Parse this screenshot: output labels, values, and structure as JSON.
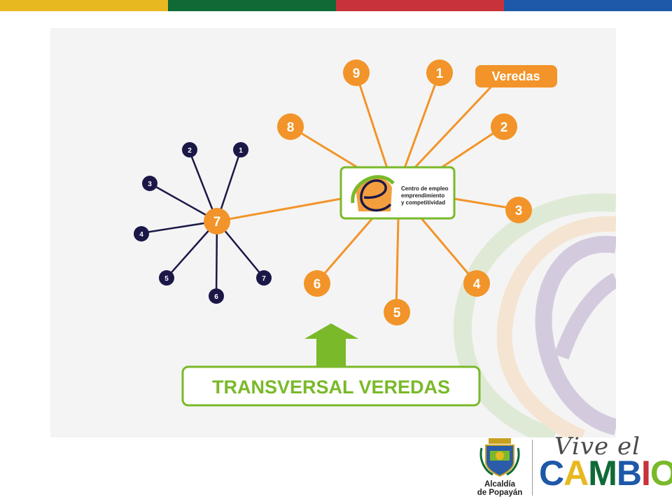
{
  "colors": {
    "orange": "#f29429",
    "navy": "#1b1848",
    "green": "#7ab929",
    "bar": [
      "#e8b820",
      "#0f6a36",
      "#c8323a",
      "#1e58a8"
    ]
  },
  "hub": {
    "line1": "Centro de empleo",
    "line2": "emprendimiento",
    "line3": "y competitividad"
  },
  "spokes": [
    {
      "id": "9",
      "label": "9"
    },
    {
      "id": "1",
      "label": "1"
    },
    {
      "id": "veredas",
      "label": "Veredas"
    },
    {
      "id": "8",
      "label": "8"
    },
    {
      "id": "2",
      "label": "2"
    },
    {
      "id": "3",
      "label": "3"
    },
    {
      "id": "6",
      "label": "6"
    },
    {
      "id": "4",
      "label": "4"
    },
    {
      "id": "5",
      "label": "5"
    },
    {
      "id": "7",
      "label": "7"
    }
  ],
  "subnode_center": "7",
  "subnodes": [
    "2",
    "1",
    "3",
    "4",
    "5",
    "6",
    "7"
  ],
  "banner": "TRANSVERSAL VEREDAS",
  "footer": {
    "alcaldia_line1": "Alcaldía",
    "alcaldia_line2": "de Popayán",
    "vive": "Vive el",
    "cambio": [
      "C",
      "A",
      "M",
      "B",
      "I",
      "O"
    ],
    "cambio_colors": [
      "#1e58a8",
      "#e8b820",
      "#0f6a36",
      "#1e58a8",
      "#c8323a",
      "#7ab929"
    ]
  }
}
